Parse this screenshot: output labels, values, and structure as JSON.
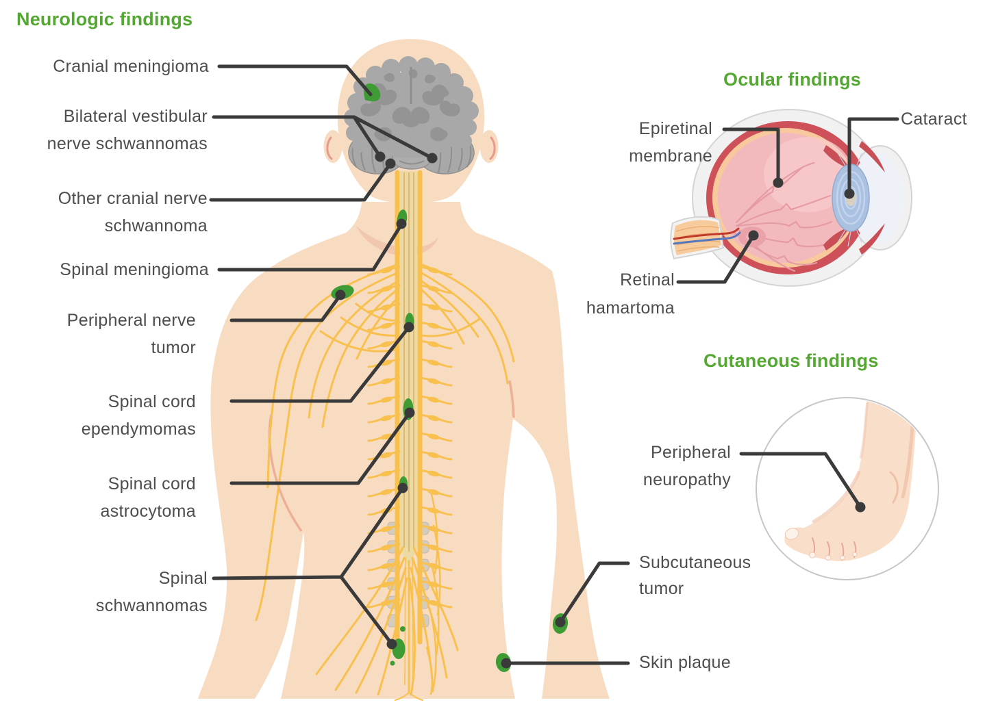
{
  "figure": {
    "type": "annotated-medical-illustration",
    "description": "Clinical findings shown on a human body (brain and spinal cord), an eye cross-section, and a foot"
  },
  "sections": {
    "neurologic": {
      "title": "Neurologic findings",
      "items": [
        {
          "name": "cranial-meningioma",
          "lines": [
            "Cranial meningioma"
          ]
        },
        {
          "name": "bilateral-vestibular-nerve-schwannomas",
          "lines": [
            "Bilateral vestibular",
            "nerve schwannomas"
          ]
        },
        {
          "name": "other-cranial-nerve-schwannoma",
          "lines": [
            "Other cranial nerve",
            "schwannoma"
          ]
        },
        {
          "name": "spinal-meningioma",
          "lines": [
            "Spinal meningioma"
          ]
        },
        {
          "name": "peripheral-nerve-tumor",
          "lines": [
            "Peripheral nerve",
            "tumor"
          ]
        },
        {
          "name": "spinal-cord-ependymomas",
          "lines": [
            "Spinal cord",
            "ependymomas"
          ]
        },
        {
          "name": "spinal-cord-astrocytoma",
          "lines": [
            "Spinal cord",
            "astrocytoma"
          ]
        },
        {
          "name": "spinal-schwannomas",
          "lines": [
            "Spinal",
            "schwannomas"
          ]
        }
      ]
    },
    "ocular": {
      "title": "Ocular findings",
      "items": [
        {
          "name": "epiretinal-membrane",
          "lines": [
            "Epiretinal",
            "membrane"
          ]
        },
        {
          "name": "cataract",
          "lines": [
            "Cataract"
          ]
        },
        {
          "name": "retinal-hamartoma",
          "lines": [
            "Retinal",
            "hamartoma"
          ]
        }
      ]
    },
    "cutaneous": {
      "title": "Cutaneous findings",
      "items": [
        {
          "name": "peripheral-neuropathy",
          "lines": [
            "Peripheral",
            "neuropathy"
          ]
        },
        {
          "name": "subcutaneous-tumor",
          "lines": [
            "Subcutaneous",
            "tumor"
          ]
        },
        {
          "name": "skin-plaque",
          "lines": [
            "Skin plaque"
          ]
        }
      ]
    }
  },
  "colors": {
    "section_title_green": "#55a733",
    "tumor_marker_green": "#3f9c35",
    "label_text": "#4d4d4d",
    "leader_line": "#3a3a3a",
    "skin": "#f8dcc2",
    "brain_gray": "#a8a8a8",
    "nerve_yellow": "#f8c04e",
    "spinal_cord_tan": "#edd9a3",
    "eye_red": "#ce5058",
    "eye_pink": "#f3babd",
    "lens_blue": "#aac1e1"
  }
}
